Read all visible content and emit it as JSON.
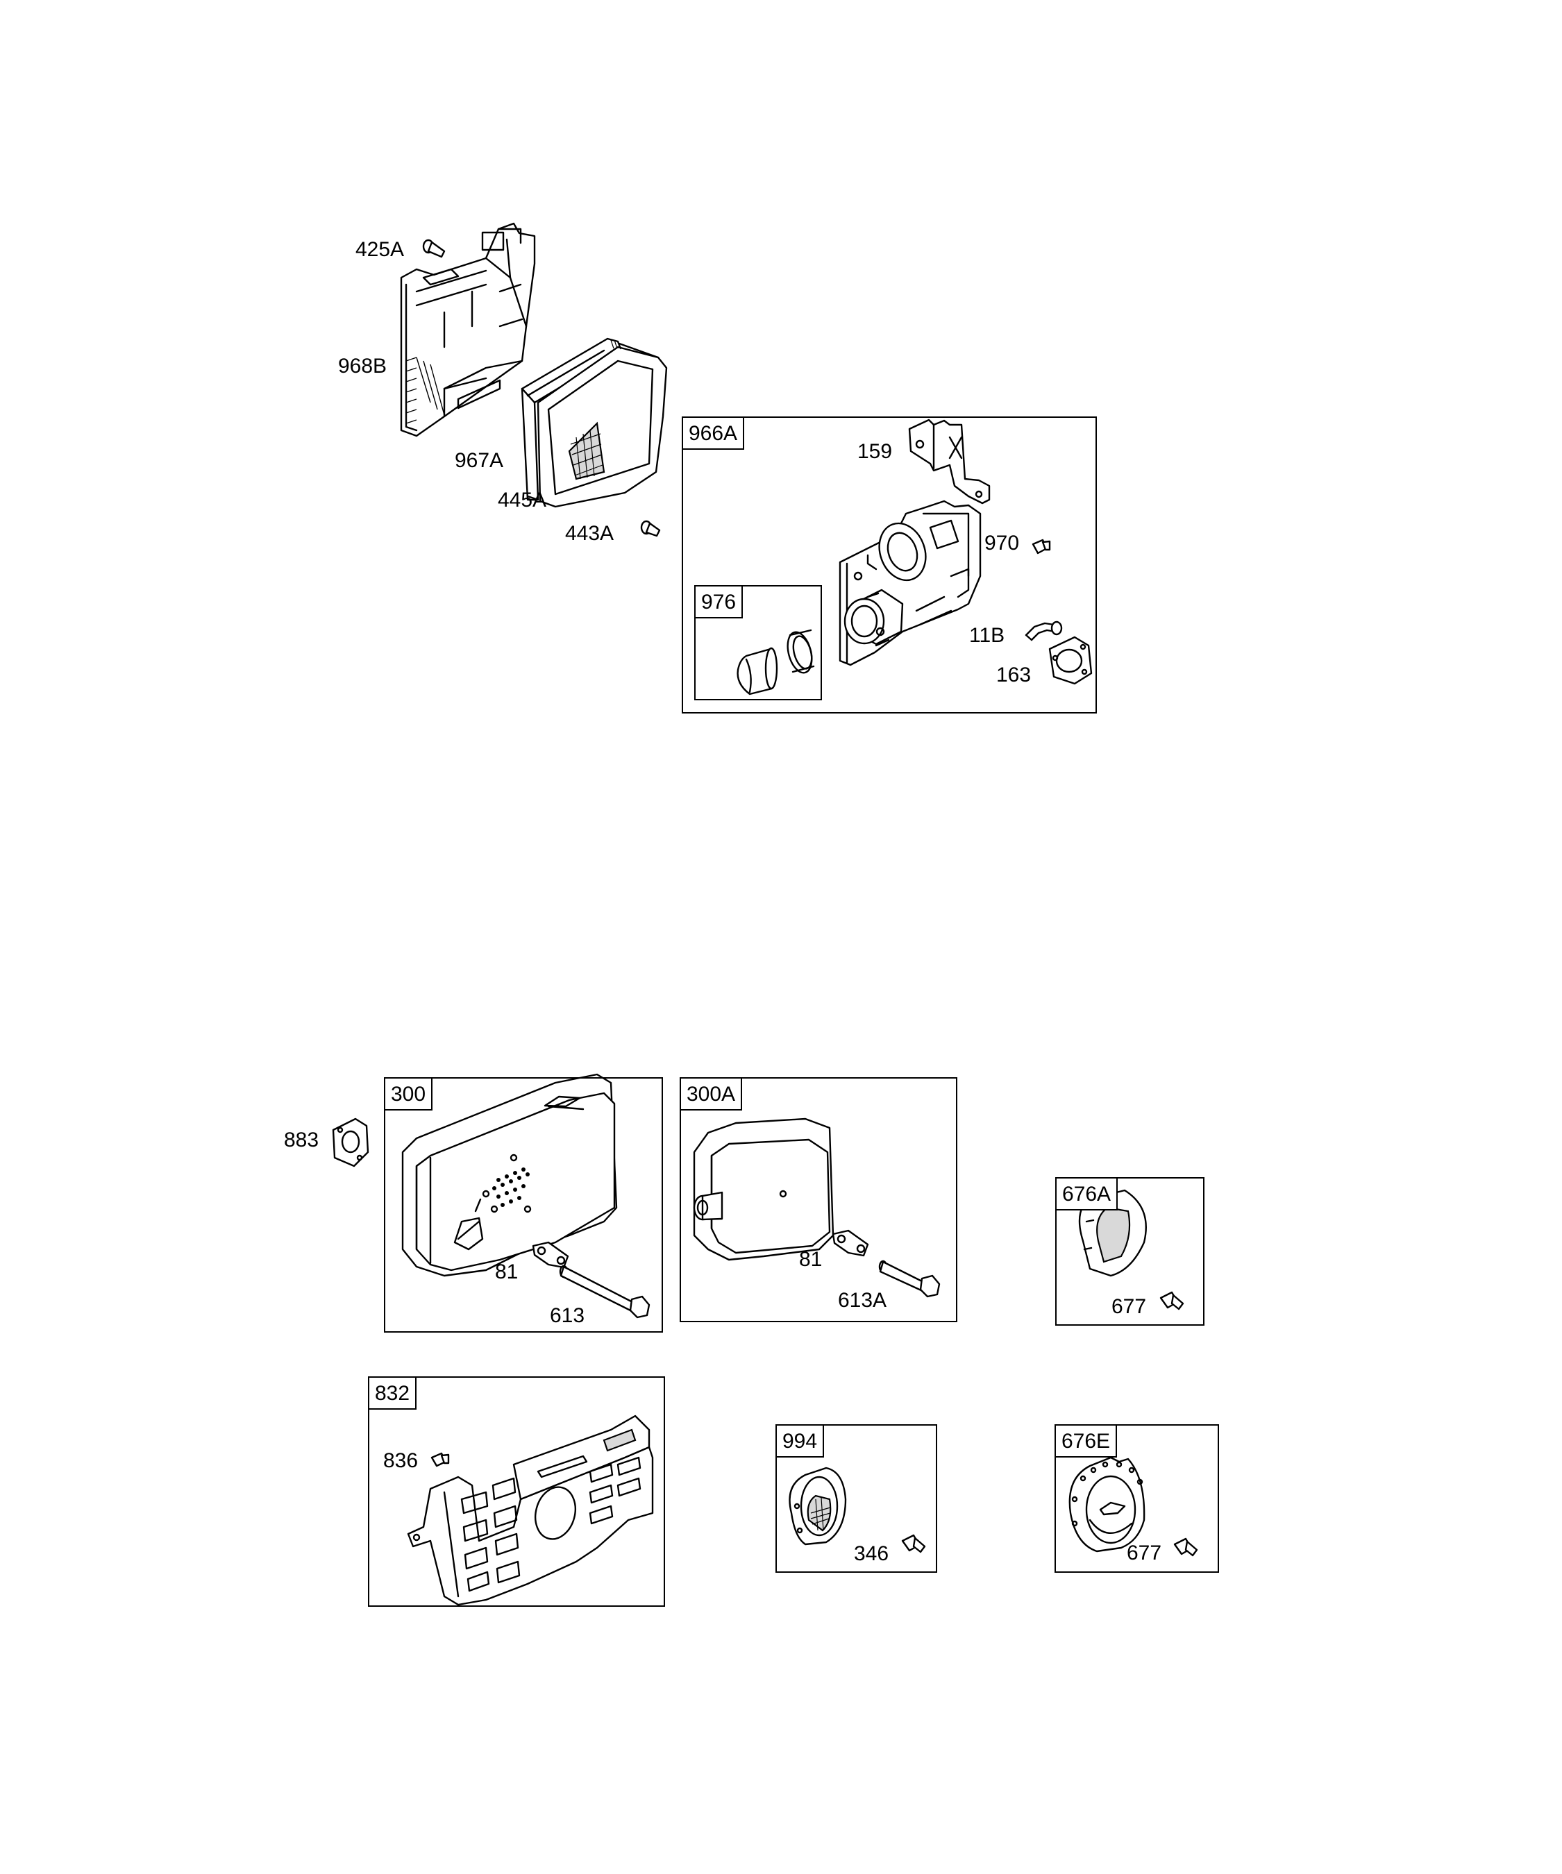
{
  "diagram": {
    "loose_labels": {
      "p425A": "425A",
      "p968B": "968B",
      "p967A": "967A",
      "p445A": "445A",
      "p443A": "443A",
      "p159": "159",
      "p970": "970",
      "p11B": "11B",
      "p163": "163",
      "p883": "883",
      "p81a": "81",
      "p613": "613",
      "p81b": "81",
      "p613A": "613A",
      "p677a": "677",
      "p836": "836",
      "p346": "346",
      "p677b": "677"
    },
    "boxes": {
      "b966A": "966A",
      "b976": "976",
      "b300": "300",
      "b300A": "300A",
      "b676A": "676A",
      "b832": "832",
      "b994": "994",
      "b676E": "676E"
    }
  }
}
